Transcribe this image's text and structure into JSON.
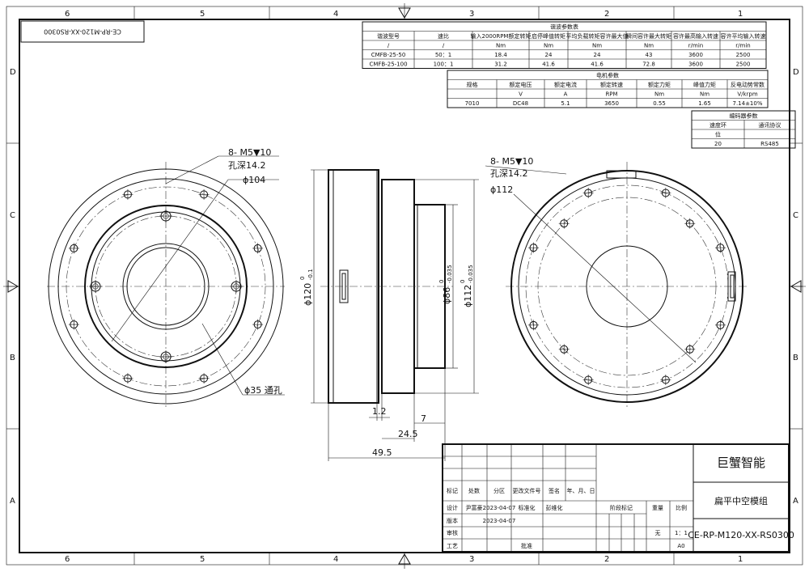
{
  "drawing": {
    "rotated_code": "CE-RP-M120-XX-RS0300",
    "zones": {
      "top": [
        "6",
        "5",
        "4",
        "3",
        "2",
        "1"
      ],
      "bottom": [
        "6",
        "5",
        "4",
        "3",
        "2",
        "1"
      ],
      "left": [
        "D",
        "C",
        "B",
        "A"
      ],
      "right": [
        "D",
        "C",
        "B",
        "A"
      ]
    }
  },
  "harmonic_table": {
    "title": "谐波参数表",
    "headers": [
      "谐波型号",
      "速比",
      "输入2000RPM额定转矩",
      "启停峰值转矩",
      "平均负载转矩容许最大值",
      "瞬间容许最大转矩",
      "容许最高输入转速",
      "容许平均输入转速"
    ],
    "units": [
      "/",
      "/",
      "Nm",
      "Nm",
      "Nm",
      "Nm",
      "r/min",
      "r/min"
    ],
    "rows": [
      [
        "CMFB-25-50",
        "50：1",
        "18.4",
        "24",
        "24",
        "43",
        "3600",
        "2500"
      ],
      [
        "CMFB-25-100",
        "100：1",
        "31.2",
        "41.6",
        "41.6",
        "72.8",
        "3600",
        "2500"
      ]
    ]
  },
  "motor_table": {
    "title": "电机参数",
    "headers": [
      "规格",
      "额定电压",
      "额定电流",
      "额定转速",
      "额定力矩",
      "峰值力矩",
      "反电动势常数"
    ],
    "units": [
      "",
      "V",
      "A",
      "RPM",
      "Nm",
      "Nm",
      "V/krpm"
    ],
    "rows": [
      [
        "7010",
        "DC48",
        "5.1",
        "3650",
        "0.55",
        "1.65",
        "7.14±10%"
      ]
    ]
  },
  "encoder_table": {
    "title": "编码器参数",
    "headers": [
      "速度环",
      "通讯协议"
    ],
    "units": [
      "位",
      ""
    ],
    "rows": [
      [
        "20",
        "RS485"
      ]
    ]
  },
  "front_view": {
    "hole_note_1": "8- M5▼10",
    "hole_note_2": "孔深14.2",
    "pcd": "ϕ104",
    "bore": "ϕ35 通孔"
  },
  "side_view": {
    "dia_outer": "ϕ120",
    "dia_outer_tol_upper": "0",
    "dia_outer_tol_lower": "-0.1",
    "dia_mid": "ϕ86",
    "dia_mid_tol_upper": "0",
    "dia_mid_tol_lower": "-0.035",
    "dia_inner": "ϕ112",
    "dia_inner_tol_upper": "0",
    "dia_inner_tol_lower": "-0.035",
    "len_1": "1.2",
    "len_2": "7",
    "len_3": "24.5",
    "len_4": "49.5"
  },
  "rear_view": {
    "hole_note_1": "8- M5▼10",
    "hole_note_2": "孔深14.2",
    "pcd": "ϕ112"
  },
  "title_block": {
    "company": "巨蟹智能",
    "part_name": "扁平中空模组",
    "drawing_no": "CE-RP-M120-XX-RS0300",
    "headers": [
      "标记",
      "处数",
      "分区",
      "更改文件号",
      "签名",
      "年、月、日"
    ],
    "design_label": "设计",
    "designer": "尹富豪",
    "design_date": "2023-04-07",
    "standardize_label": "标准化",
    "standardizer": "彭维化",
    "review_label": "版本",
    "review_date": "2023-04-07",
    "check_label": "审核",
    "process_label": "工艺",
    "approve_label": "批准",
    "stage_label": "阶段标记",
    "weight_label": "重量",
    "scale_label": "比例",
    "weight_value": "无",
    "scale_value": "1：1",
    "sheet_size": "A0"
  }
}
